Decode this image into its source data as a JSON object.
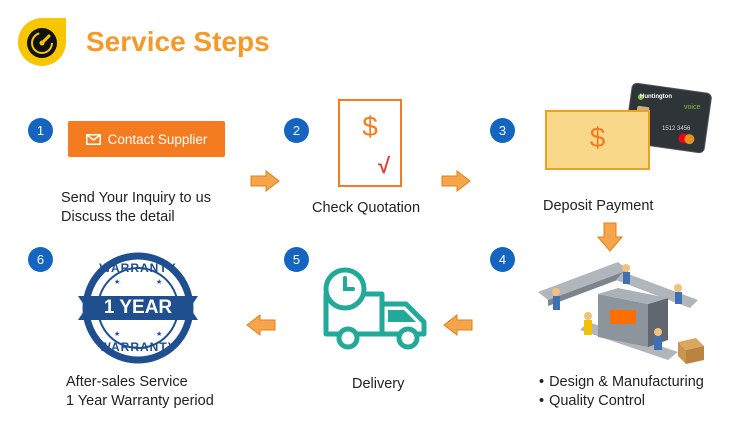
{
  "header": {
    "title": "Service Steps"
  },
  "colors": {
    "accent": "#f39a2b",
    "step_badge": "#1565c0",
    "button": "#f47b20",
    "teal": "#22a99a",
    "navy": "#1f4f8f"
  },
  "steps": [
    {
      "number": "1",
      "button_label": "Contact Supplier",
      "lines": [
        "Send Your Inquiry to us",
        "Discuss the detail"
      ]
    },
    {
      "number": "2",
      "lines": [
        "Check Quotation"
      ],
      "symbol": "$",
      "check": "√"
    },
    {
      "number": "3",
      "lines": [
        "Deposit Payment"
      ],
      "symbol": "$"
    },
    {
      "number": "4",
      "lines": [
        "Design & Manufacturing",
        "Quality Control"
      ]
    },
    {
      "number": "5",
      "lines": [
        "Delivery"
      ]
    },
    {
      "number": "6",
      "lines": [
        "After-sales Service",
        "1 Year Warranty period"
      ]
    }
  ],
  "card": {
    "brand": "Huntington",
    "label": "voice",
    "digits": "1512 3456"
  },
  "warranty_badge": {
    "top": "WARRANTY",
    "middle": "1 YEAR",
    "bottom": "WARRANTY"
  },
  "icons": [
    "logo-icon",
    "envelope-icon",
    "quotation-document-icon",
    "payment-bill-icon",
    "credit-card-icon",
    "factory-illustration",
    "delivery-truck-icon",
    "clock-icon",
    "warranty-badge",
    "arrow-right-icon",
    "arrow-down-icon",
    "arrow-left-icon"
  ]
}
